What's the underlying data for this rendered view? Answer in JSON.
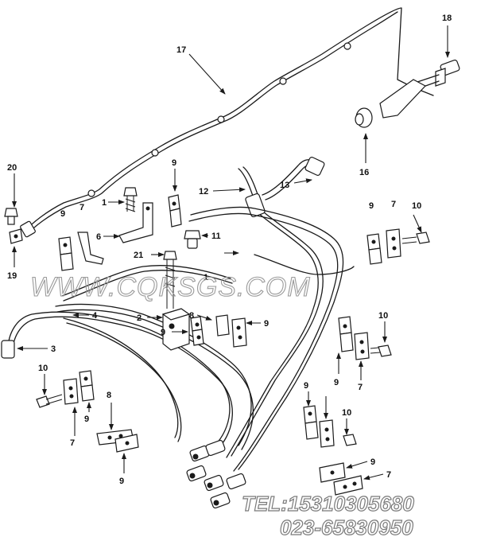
{
  "callouts": [
    "18",
    "17",
    "16",
    "20",
    "9",
    "13",
    "12",
    "1",
    "6",
    "7",
    "10",
    "11",
    "19",
    "21",
    "2",
    "3",
    "4",
    "8",
    "9",
    "9",
    "9",
    "10",
    "9",
    "7",
    "1",
    "9",
    "10",
    "7",
    "9",
    "8",
    "9",
    "7",
    "10",
    "9",
    "9",
    "7"
  ],
  "watermark": "WWW.CQKSGS.COM",
  "contact": {
    "tel": "TEL:15310305680",
    "phone": "023-65830950"
  },
  "colors": {
    "line": "#1a1a1a",
    "watermark": "#9a9a9a"
  }
}
